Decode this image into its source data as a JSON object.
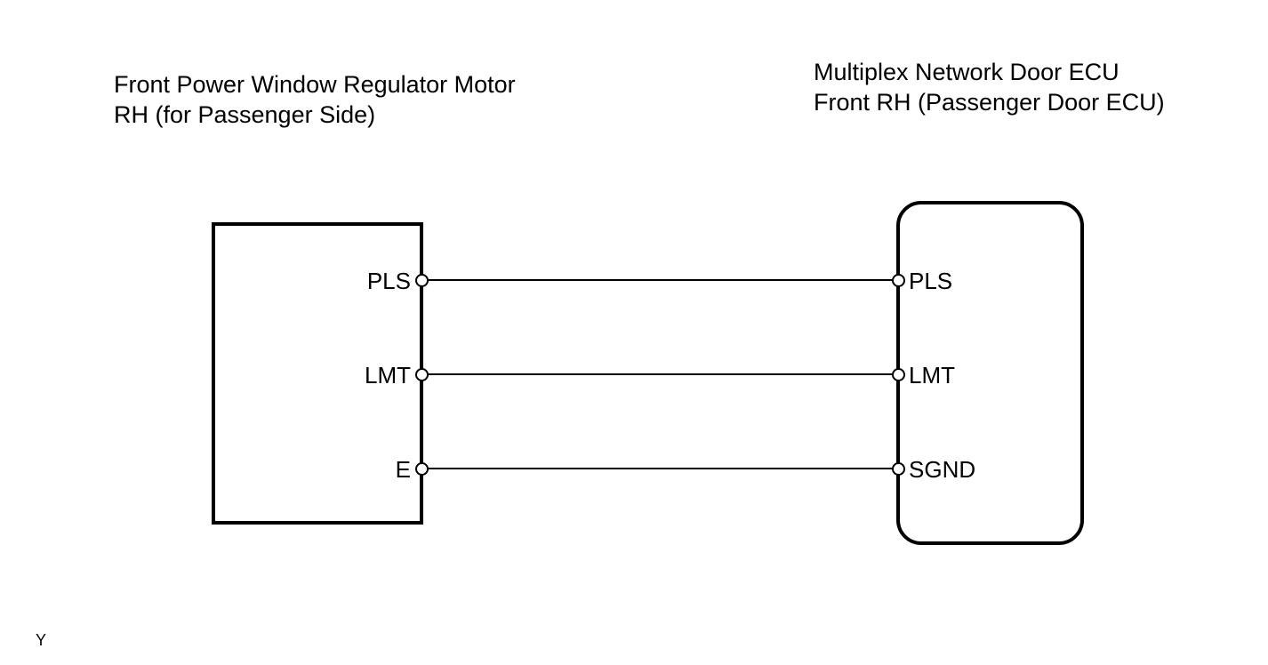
{
  "diagram": {
    "type": "wiring-diagram",
    "colors": {
      "line": "#000000",
      "background": "#ffffff"
    },
    "left_component": {
      "title_line1": "Front Power Window Regulator Motor",
      "title_line2": "RH (for Passenger Side)",
      "terminals": [
        "PLS",
        "LMT",
        "E"
      ]
    },
    "right_component": {
      "title_line1": "Multiplex Network Door ECU",
      "title_line2": "Front RH (Passenger Door ECU)",
      "terminals": [
        "PLS",
        "LMT",
        "SGND"
      ]
    },
    "wires": [
      {
        "from": "PLS",
        "to": "PLS"
      },
      {
        "from": "LMT",
        "to": "LMT"
      },
      {
        "from": "E",
        "to": "SGND"
      }
    ],
    "page_marker": "Y"
  }
}
